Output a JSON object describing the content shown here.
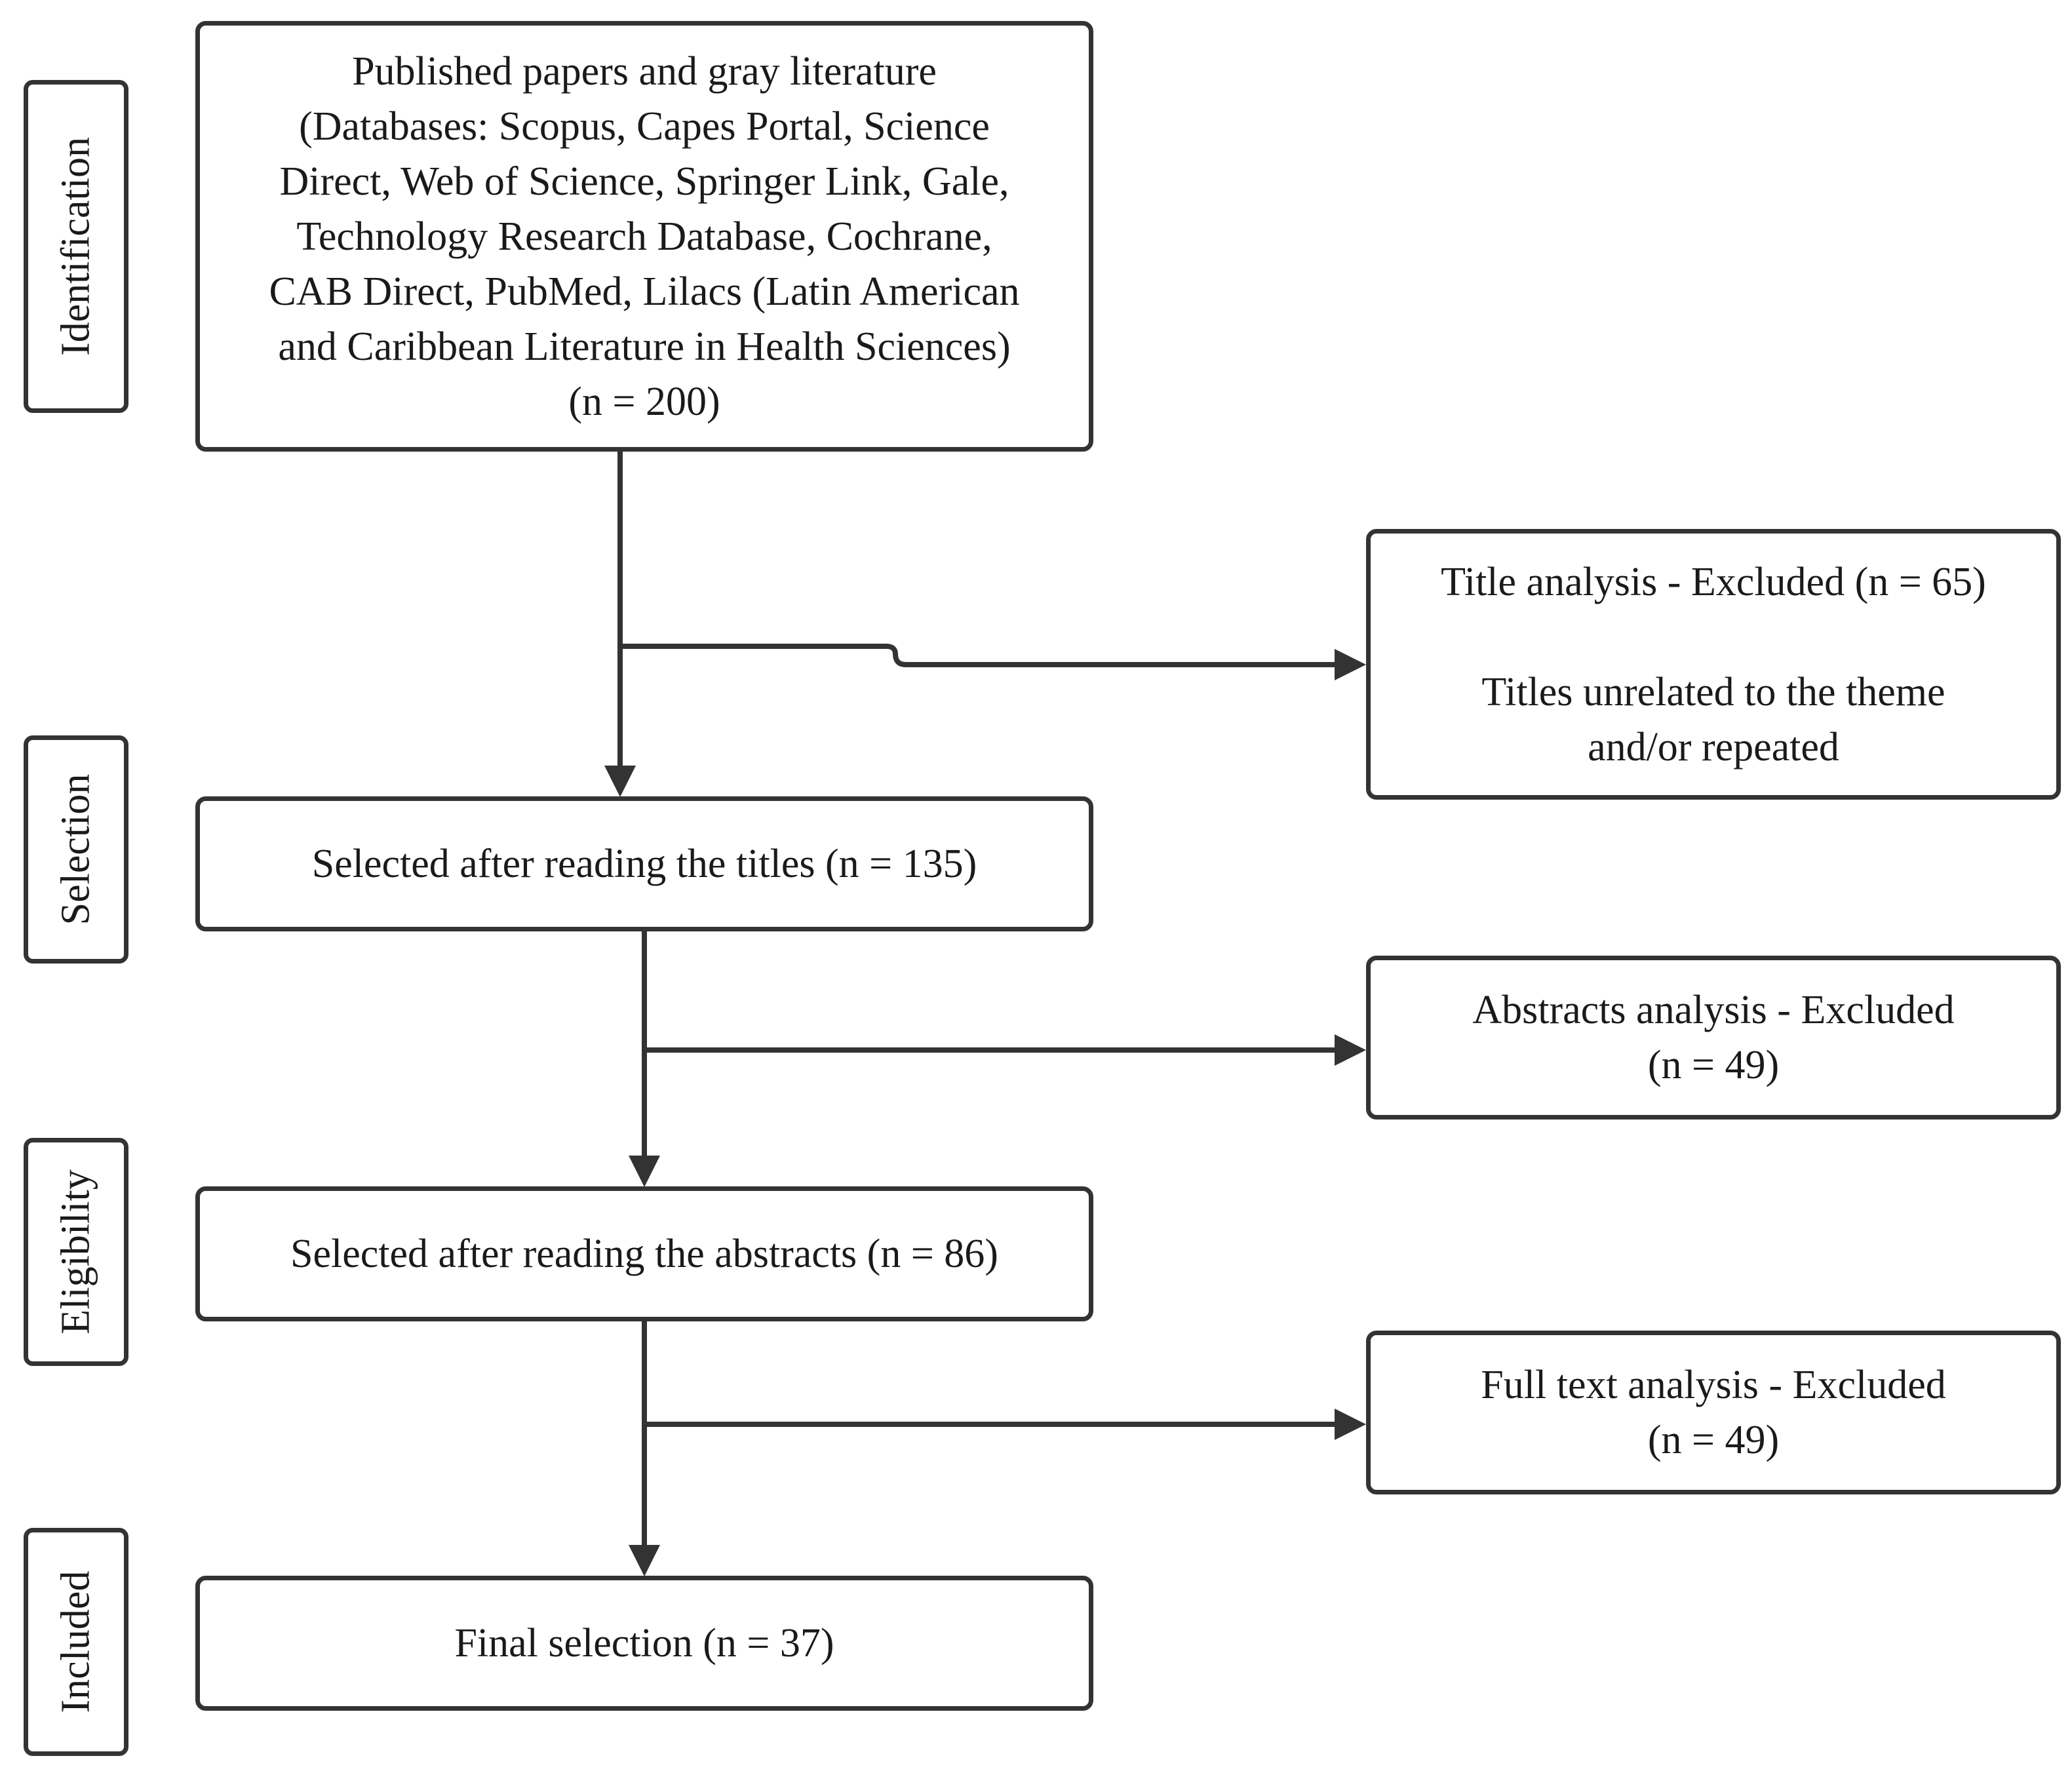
{
  "stages": {
    "identification": "Identification",
    "selection": "Selection",
    "eligibility": "Eligibility",
    "included": "Included"
  },
  "boxes": {
    "identification": "Published papers and gray literature\n(Databases: Scopus, Capes Portal, Science\nDirect, Web of Science, Springer Link, Gale,\nTechnology Research Database, Cochrane,\nCAB Direct, PubMed, Lilacs (Latin American\nand Caribbean Literature in Health Sciences)\n(n = 200)",
    "selected_titles": "Selected after reading the titles (n = 135)",
    "selected_abstracts": "Selected after reading the abstracts (n = 86)",
    "final_selection": "Final selection (n = 37)",
    "excluded_titles": "Title analysis - Excluded (n = 65)\n\nTitles unrelated to the theme\nand/or repeated",
    "excluded_abstracts": "Abstracts analysis - Excluded\n(n = 49)",
    "excluded_fulltext": "Full text analysis - Excluded\n(n = 49)"
  },
  "colors": {
    "line": "#333333",
    "border": "#333333",
    "text": "#1a1a1a",
    "background": "#ffffff"
  }
}
